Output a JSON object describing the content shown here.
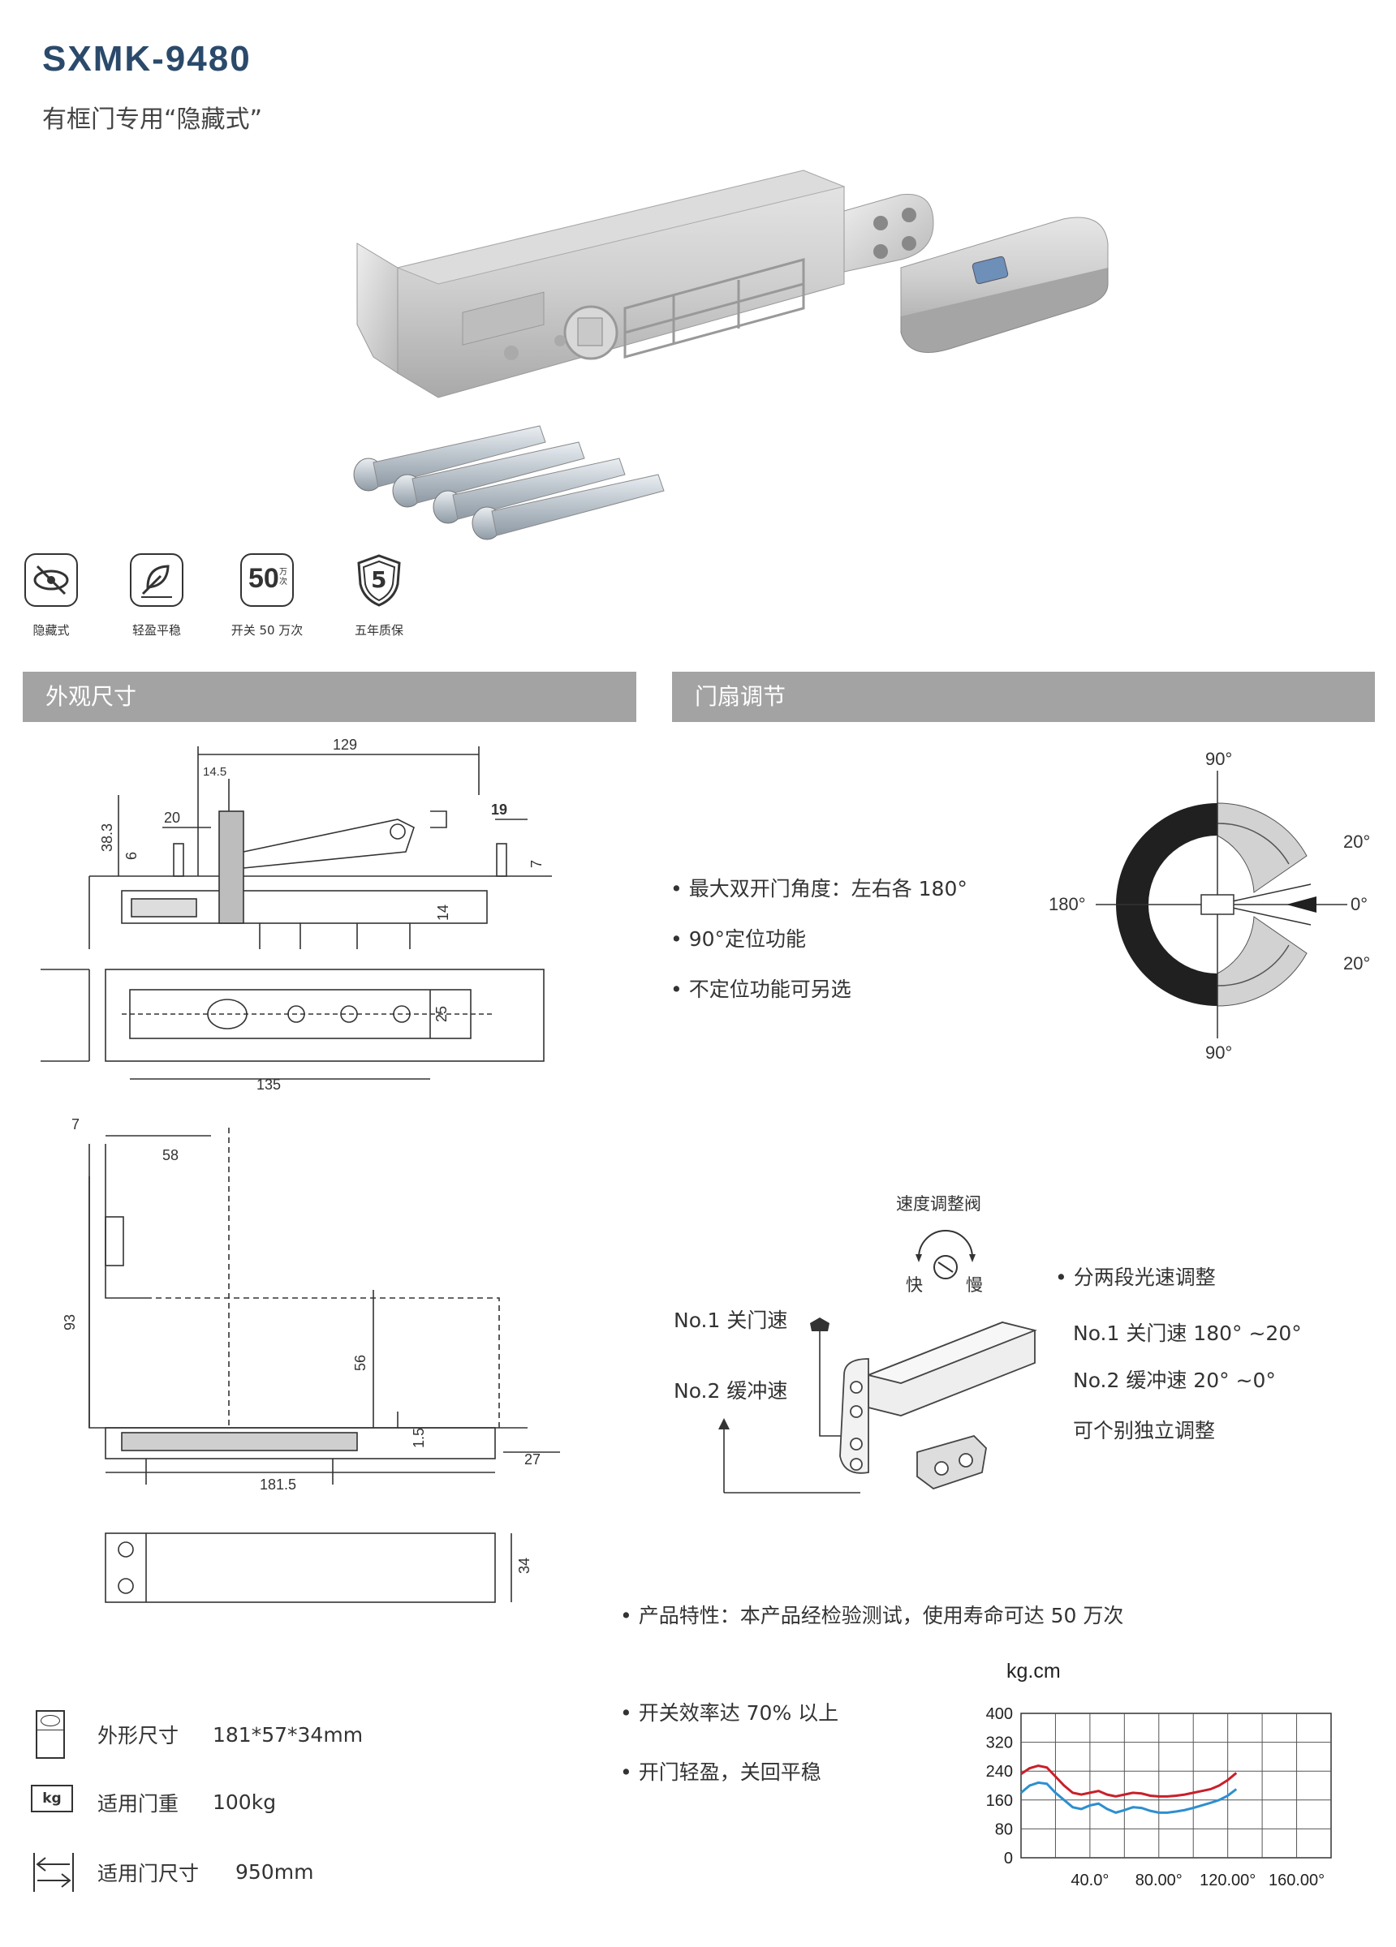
{
  "header": {
    "model": "SXMK-9480",
    "subtitle": "有框门专用“隐藏式”"
  },
  "features": [
    {
      "label": "隐藏式",
      "icon": "hidden-eye-icon"
    },
    {
      "label": "轻盈平稳",
      "icon": "feather-icon"
    },
    {
      "label": "开关 50 万次",
      "icon": "fifty-thousand-cycles-icon",
      "badge": "50",
      "badge_side": "万次"
    },
    {
      "label": "五年质保",
      "icon": "shield-5-icon",
      "badge": "5"
    }
  ],
  "sections": {
    "dimensions": "外观尺寸",
    "adjustment": "门扇调节"
  },
  "dims": {
    "d129": "129",
    "d14_5": "14.5",
    "d20": "20",
    "d19": "19",
    "d38_3": "38.3",
    "d6": "6",
    "d7a": "7",
    "d14": "14",
    "d25": "25",
    "d135": "135",
    "d7b": "7",
    "d58": "58",
    "d93": "93",
    "d56": "56",
    "d1_5": "1.5",
    "d27": "27",
    "d181_5": "181.5",
    "d34": "34"
  },
  "angle": {
    "a90_top": "90°",
    "a180": "180°",
    "a20_top": "20°",
    "a0": "0°",
    "a20_bot": "20°",
    "a90_bot": "90°",
    "bullets": [
      "最大双开门角度：左右各 180°",
      "90°定位功能",
      "不定位功能可另选"
    ]
  },
  "speed": {
    "valve_label": "速度调整阀",
    "fast": "快",
    "slow": "慢",
    "no1": "No.1 关门速",
    "no2": "No.2 缓冲速",
    "bullet": "分两段光速调整",
    "no1_detail": "No.1  关门速  180° ~20°",
    "no2_detail": "No.2  缓冲速  20° ~0°",
    "independent": "可个别独立调整"
  },
  "characteristics": [
    "产品特性：本产品经检验测试，使用寿命可达 50 万次",
    "开关效率达 70% 以上",
    "开门轻盈，关回平稳"
  ],
  "specs": [
    {
      "icon": "size-box-icon",
      "label": "外形尺寸",
      "value": "181*57*34mm"
    },
    {
      "icon": "weight-kg-icon",
      "label": "适用门重",
      "value": "100kg",
      "icon_text": "kg"
    },
    {
      "icon": "door-width-arrows-icon",
      "label": "适用门尺寸",
      "value": "950mm"
    }
  ],
  "chart_data": {
    "type": "line",
    "ylabel": "kg.cm",
    "ylim": [
      0,
      400
    ],
    "yticks": [
      "400",
      "320",
      "240",
      "160",
      "80",
      "0"
    ],
    "xlim": [
      0,
      180
    ],
    "xticks": [
      {
        "v": 40,
        "label": "40.0°"
      },
      {
        "v": 80,
        "label": "80.00°"
      },
      {
        "v": 120,
        "label": "120.00°"
      },
      {
        "v": 160,
        "label": "160.00°"
      }
    ],
    "grid": true,
    "series": [
      {
        "color": "#c8202a",
        "x": [
          0,
          5,
          10,
          15,
          20,
          25,
          30,
          35,
          40,
          45,
          50,
          55,
          60,
          65,
          70,
          75,
          80,
          85,
          90,
          95,
          100,
          105,
          110,
          115,
          120,
          125
        ],
        "y": [
          232,
          248,
          255,
          250,
          225,
          200,
          180,
          175,
          180,
          185,
          175,
          170,
          175,
          180,
          178,
          172,
          170,
          170,
          172,
          175,
          180,
          185,
          190,
          200,
          215,
          235
        ]
      },
      {
        "color": "#2d8fcf",
        "x": [
          0,
          5,
          10,
          15,
          20,
          25,
          30,
          35,
          40,
          45,
          50,
          55,
          60,
          65,
          70,
          75,
          80,
          85,
          90,
          95,
          100,
          105,
          110,
          115,
          120,
          125
        ],
        "y": [
          180,
          200,
          208,
          205,
          180,
          160,
          140,
          135,
          145,
          150,
          135,
          125,
          132,
          140,
          138,
          130,
          125,
          125,
          128,
          132,
          138,
          145,
          152,
          160,
          172,
          190
        ]
      }
    ]
  }
}
